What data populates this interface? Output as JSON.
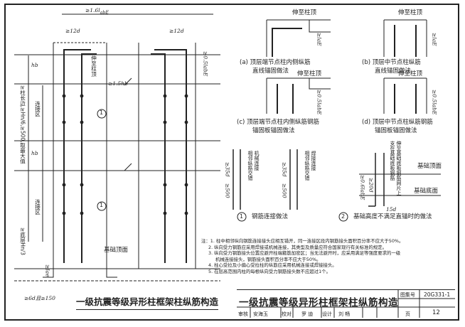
{
  "drawing_title": "一级抗震等级异形柱框架柱纵筋构造",
  "left_labels": {
    "top_dim": "≥1.6l",
    "top_dim_sub": "abE",
    "d12_left": "≥12d",
    "d12_right": "≥12d",
    "hb_top": "hb",
    "hb_mid": "hb",
    "extend_top": "伸至柱顶",
    "anchor_l_top": "≥0.5l",
    "anchor_l_top_sub": "abE",
    "l15": "≥1.5hb",
    "dim_500": ">0",
    "connect_zone_upper": "连接区",
    "connect_zone_lower": "连接区",
    "side_note": "≥柱长边,≥Hn/6,≥500,取最大值",
    "bottom_note": "≥底层Hn/3",
    "foundation": "基础顶面",
    "bottom_dim": "≥6d且≥150",
    "lae": "≥lae",
    "circle1": "1",
    "circle2": "1"
  },
  "details": {
    "a": {
      "label": "(a) 顶层端节点柱内侧纵筋",
      "label2": "直线锚固做法",
      "extend": "伸至柱顶",
      "dim": "≥l",
      "dim_sub": "aE"
    },
    "b": {
      "label": "(b) 顶层中节点柱纵筋",
      "label2": "直线锚固做法",
      "extend": "伸至柱顶",
      "dim": "≥l",
      "dim_sub": "aE"
    },
    "c": {
      "label": "(c) 顶层端节点柱内侧纵筋钢筋",
      "label2": "锚固板锚固做法",
      "extend": "伸至柱顶",
      "dim": "≥0.5l",
      "dim_sub": "abE"
    },
    "d": {
      "label": "(d) 顶层中节点柱纵筋钢筋",
      "label2": "锚固板锚固做法",
      "extend": "伸至柱顶",
      "dim": "≥0.5l",
      "dim_sub": "abE"
    }
  },
  "section1": {
    "num": "1",
    "caption": "钢筋连接做法",
    "note_a": "相邻纵筋交错",
    "note_a2": "机械连接",
    "note_b": "相邻纵筋交错",
    "note_b2": "焊接连接",
    "dim_a": "≥35d",
    "dim_a2": "≥500",
    "dim_b": "≥35d",
    "dim_b2": "≥500"
  },
  "section2": {
    "num": "2",
    "caption": "基础高度不满足直锚时的做法",
    "d20": "≥20d",
    "lab": "≥0.6l",
    "lab_sub": "abE",
    "top": "基础顶面",
    "bottom": "基础底面",
    "d15": "15d",
    "note": "伸至基础底板钢筋网片上",
    "note2": "支在基础底板钢筋"
  },
  "notes": [
    "注：1. 柱中相邻纵向钢筋连接接头应相互错开，同一连接区段内钢筋接头面积百分率不应大于50%。",
    "2. 纵向受力钢筋应采用焊接或机械连接，其类型及质量应符合国家现行有关标准的规定。",
    "3. 纵向受力钢筋接头位置应避开柱端箍筋加密区；当无法避开时，应采用满足等强度要求的一级",
    "机械连接接头，钢筋接头面积百分率不应大于50%。",
    "4. 柱心受拉及小偏心受拉柱的纵筋应采用机械连接或焊接接头。",
    "5. 在层高范围内柱的每根纵向受力钢筋接头数不应超过1个。"
  ],
  "title_block": {
    "title": "一级抗震等级异形柱框架柱纵筋构造",
    "atlas_label": "图集号",
    "atlas_no": "20G331-1",
    "review_label": "审核",
    "reviewer": "安海玉",
    "check_label": "校对",
    "checker": "罗 迪",
    "design_label": "设计",
    "designer": "刘 畅",
    "page_label": "页",
    "page_no": "12"
  }
}
